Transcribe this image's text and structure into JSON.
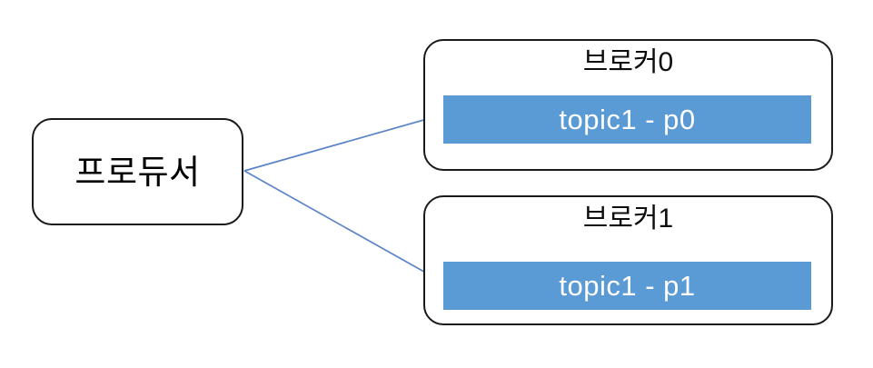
{
  "diagram": {
    "title": "Kafka producer to broker partition flow",
    "background_color": "#ffffff",
    "producer": {
      "label": "프로듀서",
      "border_color": "#1a1a1a",
      "fill_color": "#ffffff"
    },
    "brokers": [
      {
        "title": "브로커0",
        "partition": {
          "label": "topic1 - p0",
          "fill_color": "#5B9BD5",
          "text_color": "#ffffff"
        }
      },
      {
        "title": "브로커1",
        "partition": {
          "label": "topic1 - p1",
          "fill_color": "#5B9BD5",
          "text_color": "#ffffff"
        }
      }
    ],
    "connectors": [
      {
        "name": "producer-to-broker0",
        "from": "producer",
        "to": "topic1 - p0",
        "color": "#4472C4",
        "style": "single-arrow"
      },
      {
        "name": "producer-to-broker1",
        "from": "producer",
        "to": "topic1 - p1",
        "color": "#4472C4",
        "style": "single-arrow"
      }
    ]
  }
}
